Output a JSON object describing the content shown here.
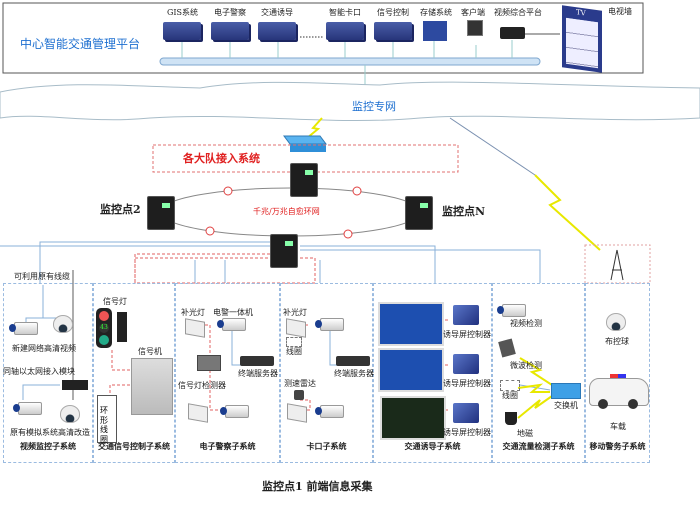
{
  "center": {
    "title": "中心智能交通管理平台",
    "devices": [
      {
        "label": "GIS系统",
        "icon": "server-icon"
      },
      {
        "label": "电子警察",
        "icon": "server-icon"
      },
      {
        "label": "交通诱导",
        "icon": "server-icon"
      },
      {
        "label": "智能卡口",
        "icon": "server-icon"
      },
      {
        "label": "信号控制",
        "icon": "server-icon"
      },
      {
        "label": "存储系统",
        "icon": "storage-icon"
      },
      {
        "label": "客户端",
        "icon": "computer-icon"
      },
      {
        "label": "视频综合平台",
        "icon": "video-platform-icon"
      },
      {
        "label": "电视墙",
        "icon": "tv-wall-icon"
      }
    ],
    "tv_text": "TV"
  },
  "network": {
    "cloud_label": "监控专网",
    "access_label": "各大队接入系统",
    "ring_label": "千兆/万兆自愈环网",
    "point2_label": "监控点2",
    "pointN_label": "监控点N"
  },
  "subsystems": [
    {
      "title": "视频监控子系统",
      "items": [
        "可利用原有线缆",
        "新建网络高清视频",
        "同轴以太网接入模块",
        "原有模拟系统高清改造"
      ]
    },
    {
      "title": "交通信号控制子系统",
      "items": [
        "信号灯",
        "信号机",
        "环形线圈"
      ],
      "countdown": "43"
    },
    {
      "title": "电子警察子系统",
      "items": [
        "补光灯",
        "电警一体机",
        "信号灯检测器",
        "终端服务器"
      ]
    },
    {
      "title": "卡口子系统",
      "items": [
        "补光灯",
        "线圈",
        "测速雷达",
        "终端服务器"
      ]
    },
    {
      "title": "交通诱导子系统",
      "items": [
        "诱导屏控制器",
        "诱导屏控制器",
        "诱导屏控制器"
      ]
    },
    {
      "title": "交通流量检测子系统",
      "items": [
        "视频检测",
        "微波检测",
        "线圈",
        "交换机",
        "地磁"
      ]
    },
    {
      "title": "移动警务子系统",
      "items": [
        "布控球",
        "车载"
      ]
    }
  ],
  "footer": {
    "title": "监控点1  前端信息采集"
  },
  "colors": {
    "accent_blue": "#1d6fd0",
    "accent_red": "#e02020",
    "dashed_blue": "#9bbbe0",
    "lightning": "#e8e800"
  }
}
